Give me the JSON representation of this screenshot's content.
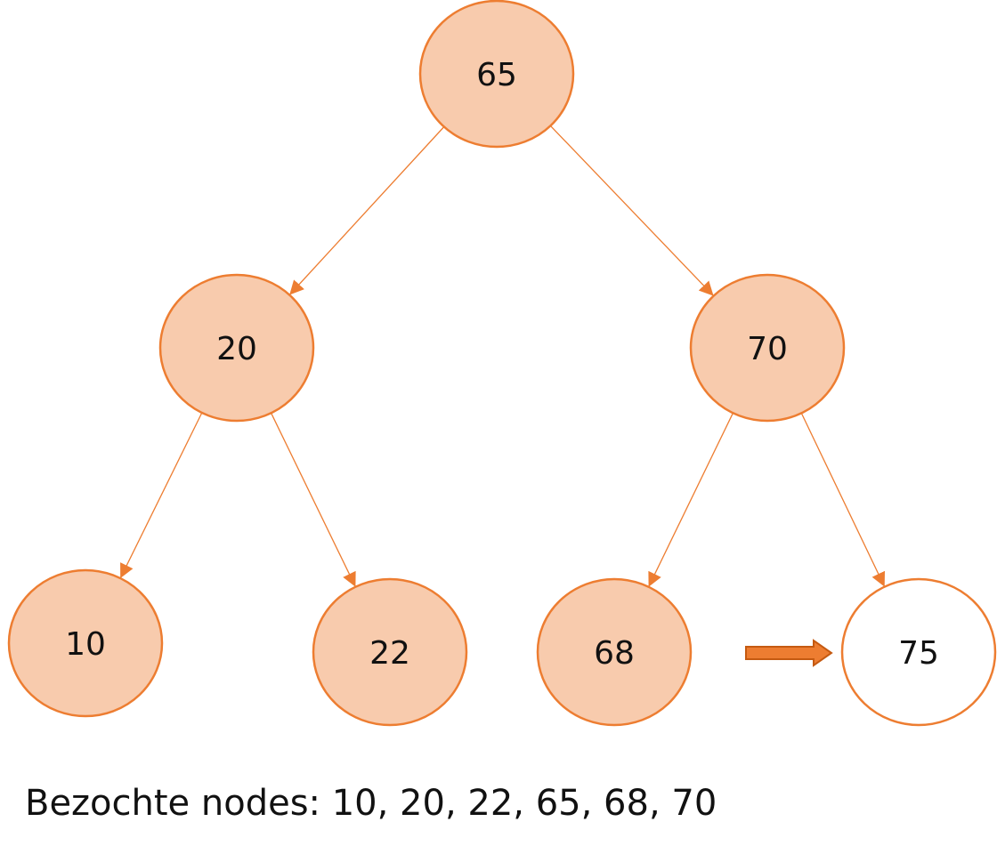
{
  "colors": {
    "node_fill": "#f8cbad",
    "node_stroke": "#ed7d31",
    "current_fill": "#ffffff",
    "edge": "#ed7d31",
    "pointer_arrow": "#ed7d31"
  },
  "tree": {
    "nodes": [
      {
        "id": "n65",
        "label": "65",
        "state": "visited"
      },
      {
        "id": "n20",
        "label": "20",
        "state": "visited"
      },
      {
        "id": "n70",
        "label": "70",
        "state": "visited"
      },
      {
        "id": "n10",
        "label": "10",
        "state": "visited"
      },
      {
        "id": "n22",
        "label": "22",
        "state": "visited"
      },
      {
        "id": "n68",
        "label": "68",
        "state": "visited"
      },
      {
        "id": "n75",
        "label": "75",
        "state": "current"
      }
    ],
    "edges": [
      {
        "from": "n65",
        "to": "n20"
      },
      {
        "from": "n65",
        "to": "n70"
      },
      {
        "from": "n20",
        "to": "n10"
      },
      {
        "from": "n20",
        "to": "n22"
      },
      {
        "from": "n70",
        "to": "n68"
      },
      {
        "from": "n70",
        "to": "n75"
      }
    ],
    "pointer": {
      "from": "n68",
      "to": "n75"
    }
  },
  "caption": "Bezochte nodes: 10, 20, 22, 65, 68, 70"
}
